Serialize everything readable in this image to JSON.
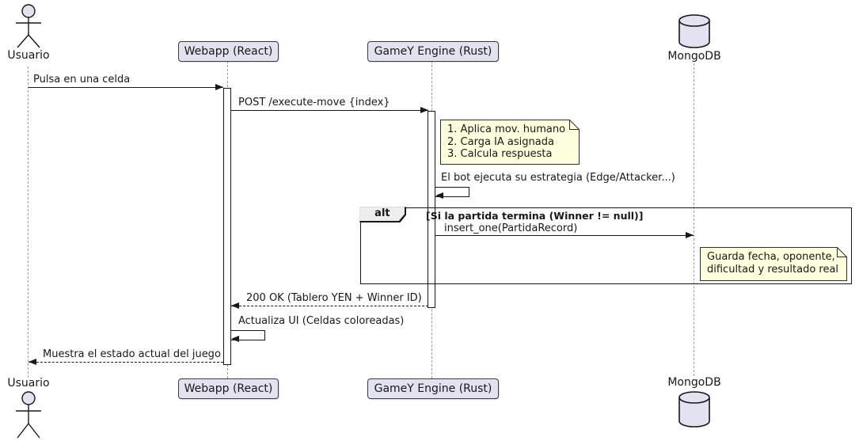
{
  "participants": {
    "usuario": "Usuario",
    "webapp": "Webapp (React)",
    "engine": "GameY Engine (Rust)",
    "mongodb": "MongoDB"
  },
  "messages": {
    "click_cell": "Pulsa en una celda",
    "post_move": "POST /execute-move {index}",
    "bot_strategy": "El bot ejecuta su estrategia (Edge/Attacker...)",
    "insert_record": "insert_one(PartidaRecord)",
    "response_ok": "200 OK (Tablero YEN + Winner ID)",
    "update_ui": "Actualiza UI (Celdas coloreadas)",
    "show_state": "Muestra el estado actual del juego"
  },
  "notes": {
    "engine_steps": [
      "1. Aplica mov. humano",
      "2. Carga IA asignada",
      "3. Calcula respuesta"
    ],
    "db_record": [
      "Guarda fecha, oponente,",
      "dificultad y resultado real"
    ]
  },
  "fragment": {
    "operator": "alt",
    "guard": "[Si la partida termina (Winner != null)]"
  },
  "colors": {
    "participant_fill": "#E2E2F0",
    "participant_border": "#181818",
    "note_fill": "#FEFFDD",
    "note_border": "#2f2f2f",
    "fragment_label_fill": "#EEEEEE",
    "line": "#181818",
    "lifeline": "#9a9a9a"
  }
}
